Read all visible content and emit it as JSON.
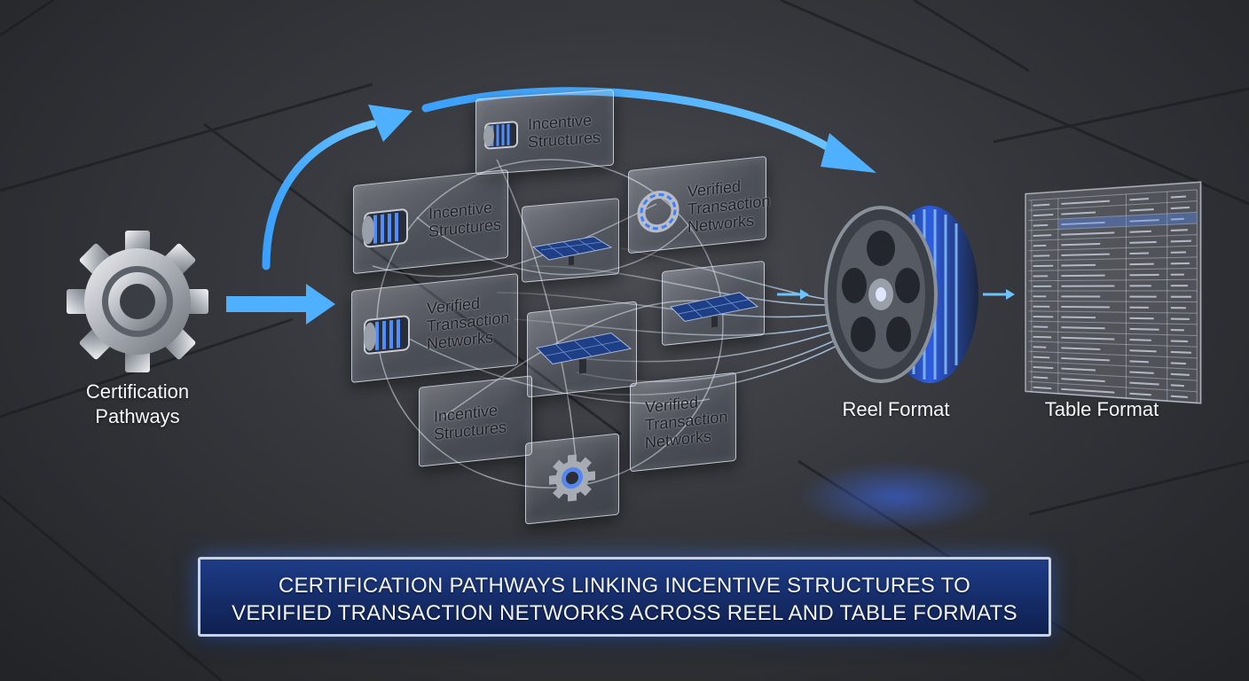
{
  "source": {
    "label_line1": "Certification",
    "label_line2": "Pathways"
  },
  "panels": [
    {
      "line1": "Incentive",
      "line2": "Structures",
      "line3": ""
    },
    {
      "line1": "Incentive",
      "line2": "Structures",
      "line3": ""
    },
    {
      "line1": "Verified",
      "line2": "Transaction",
      "line3": "Networks"
    },
    {
      "line1": "Verified",
      "line2": "Transaction",
      "line3": "Networks"
    },
    {
      "line1": "Incentive",
      "line2": "Structures",
      "line3": ""
    },
    {
      "line1": "Verified",
      "line2": "Transaction",
      "line3": "Networks"
    }
  ],
  "outputs": {
    "reel_label": "Reel Format",
    "table_label": "Table Format"
  },
  "banner": {
    "line1": "CERTIFICATION PATHWAYS LINKING INCENTIVE STRUCTURES TO",
    "line2": "VERIFIED TRANSACTION NETWORKS ACROSS REEL AND TABLE FORMATS"
  },
  "colors": {
    "accent": "#4fb0ff",
    "banner_bg": "#1a3578",
    "glow": "#3d7dff"
  },
  "icons": [
    "gear-icon",
    "film-reel-icon",
    "solar-panel-icon",
    "ring-icon",
    "table-icon"
  ]
}
